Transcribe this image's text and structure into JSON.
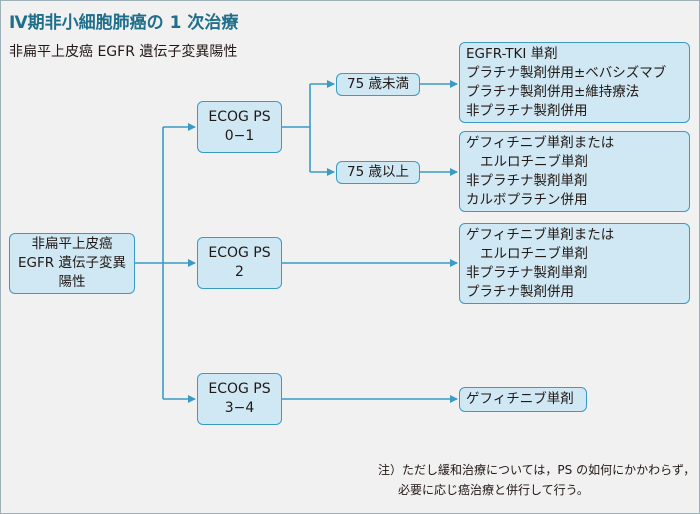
{
  "title": "Ⅳ期非小細胞肺癌の 1 次治療",
  "subtitle": "非扁平上皮癌 EGFR 遺伝子変異陽性",
  "root": {
    "lines": [
      "非扁平上皮癌",
      "EGFR 遺伝子変異",
      "陽性"
    ]
  },
  "ps01": {
    "lines": [
      "ECOG PS",
      "0−1"
    ]
  },
  "ps2": {
    "lines": [
      "ECOG PS",
      "2"
    ]
  },
  "ps34": {
    "lines": [
      "ECOG PS",
      "3−4"
    ]
  },
  "age_under": {
    "label": "75 歳未満"
  },
  "age_over": {
    "label": "75 歳以上"
  },
  "tx_under75": {
    "lines": [
      "EGFR-TKI 単剤",
      "プラチナ製剤併用±ベバシズマブ",
      "プラチナ製剤併用±維持療法",
      "非プラチナ製剤併用"
    ]
  },
  "tx_over75": {
    "lines": [
      "ゲフィチニブ単剤または",
      "エルロチニブ単剤",
      "非プラチナ製剤単剤",
      "カルボプラチン併用"
    ]
  },
  "tx_ps2": {
    "lines": [
      "ゲフィチニブ単剤または",
      "エルロチニブ単剤",
      "非プラチナ製剤単剤",
      "プラチナ製剤併用"
    ]
  },
  "tx_ps34": {
    "label": "ゲフィチニブ単剤"
  },
  "note": {
    "lines": [
      "注）ただし緩和治療については，PS の如何にかかわらず，",
      "必要に応じ癌治療と併行して行う。"
    ]
  },
  "colors": {
    "title": "#1f6f8b",
    "box_fill": "#cfe8f4",
    "box_border": "#3a9bc5",
    "background": "#f1f1f1"
  }
}
